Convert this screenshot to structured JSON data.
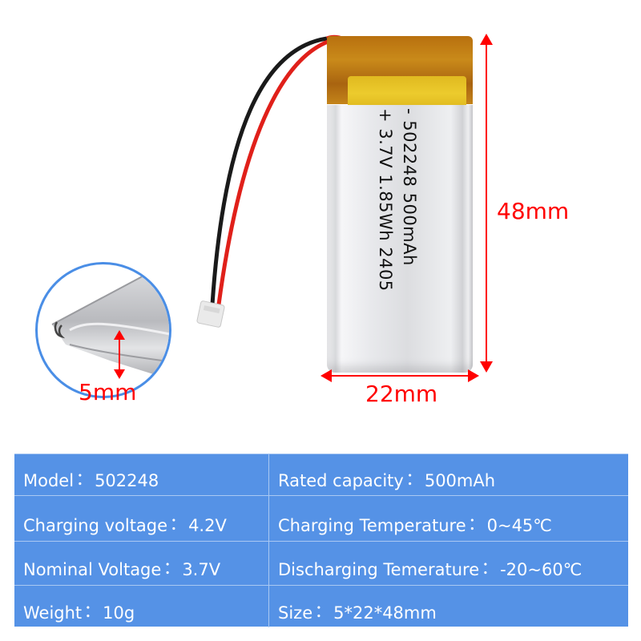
{
  "product_image": {
    "battery_label": {
      "line1": "-  502248 500mAh",
      "line2": "+ 3.7V  1.85Wh  2405"
    },
    "dimensions": {
      "height": "48mm",
      "width": "22mm",
      "thickness": "5mm"
    },
    "colors": {
      "dimension_red": "#ff0000",
      "circle_border": "#4a8ee6",
      "wire_red": "#e0201a",
      "wire_black": "#1a1a1a"
    }
  },
  "specs": {
    "background": "#5592e6",
    "separator": "：",
    "rows": [
      {
        "left": {
          "label": "Model",
          "value": "502248"
        },
        "right": {
          "label": "Rated capacity",
          "value": "500mAh"
        }
      },
      {
        "left": {
          "label": "Charging voltage",
          "value": "4.2V"
        },
        "right": {
          "label": "Charging Temperature",
          "value": "0~45℃"
        }
      },
      {
        "left": {
          "label": "Nominal Voltage",
          "value": "3.7V"
        },
        "right": {
          "label": "Discharging Temerature",
          "value": "-20~60℃"
        }
      },
      {
        "left": {
          "label": "Weight",
          "value": "10g"
        },
        "right": {
          "label": "Size",
          "value": "5*22*48mm"
        }
      }
    ]
  }
}
